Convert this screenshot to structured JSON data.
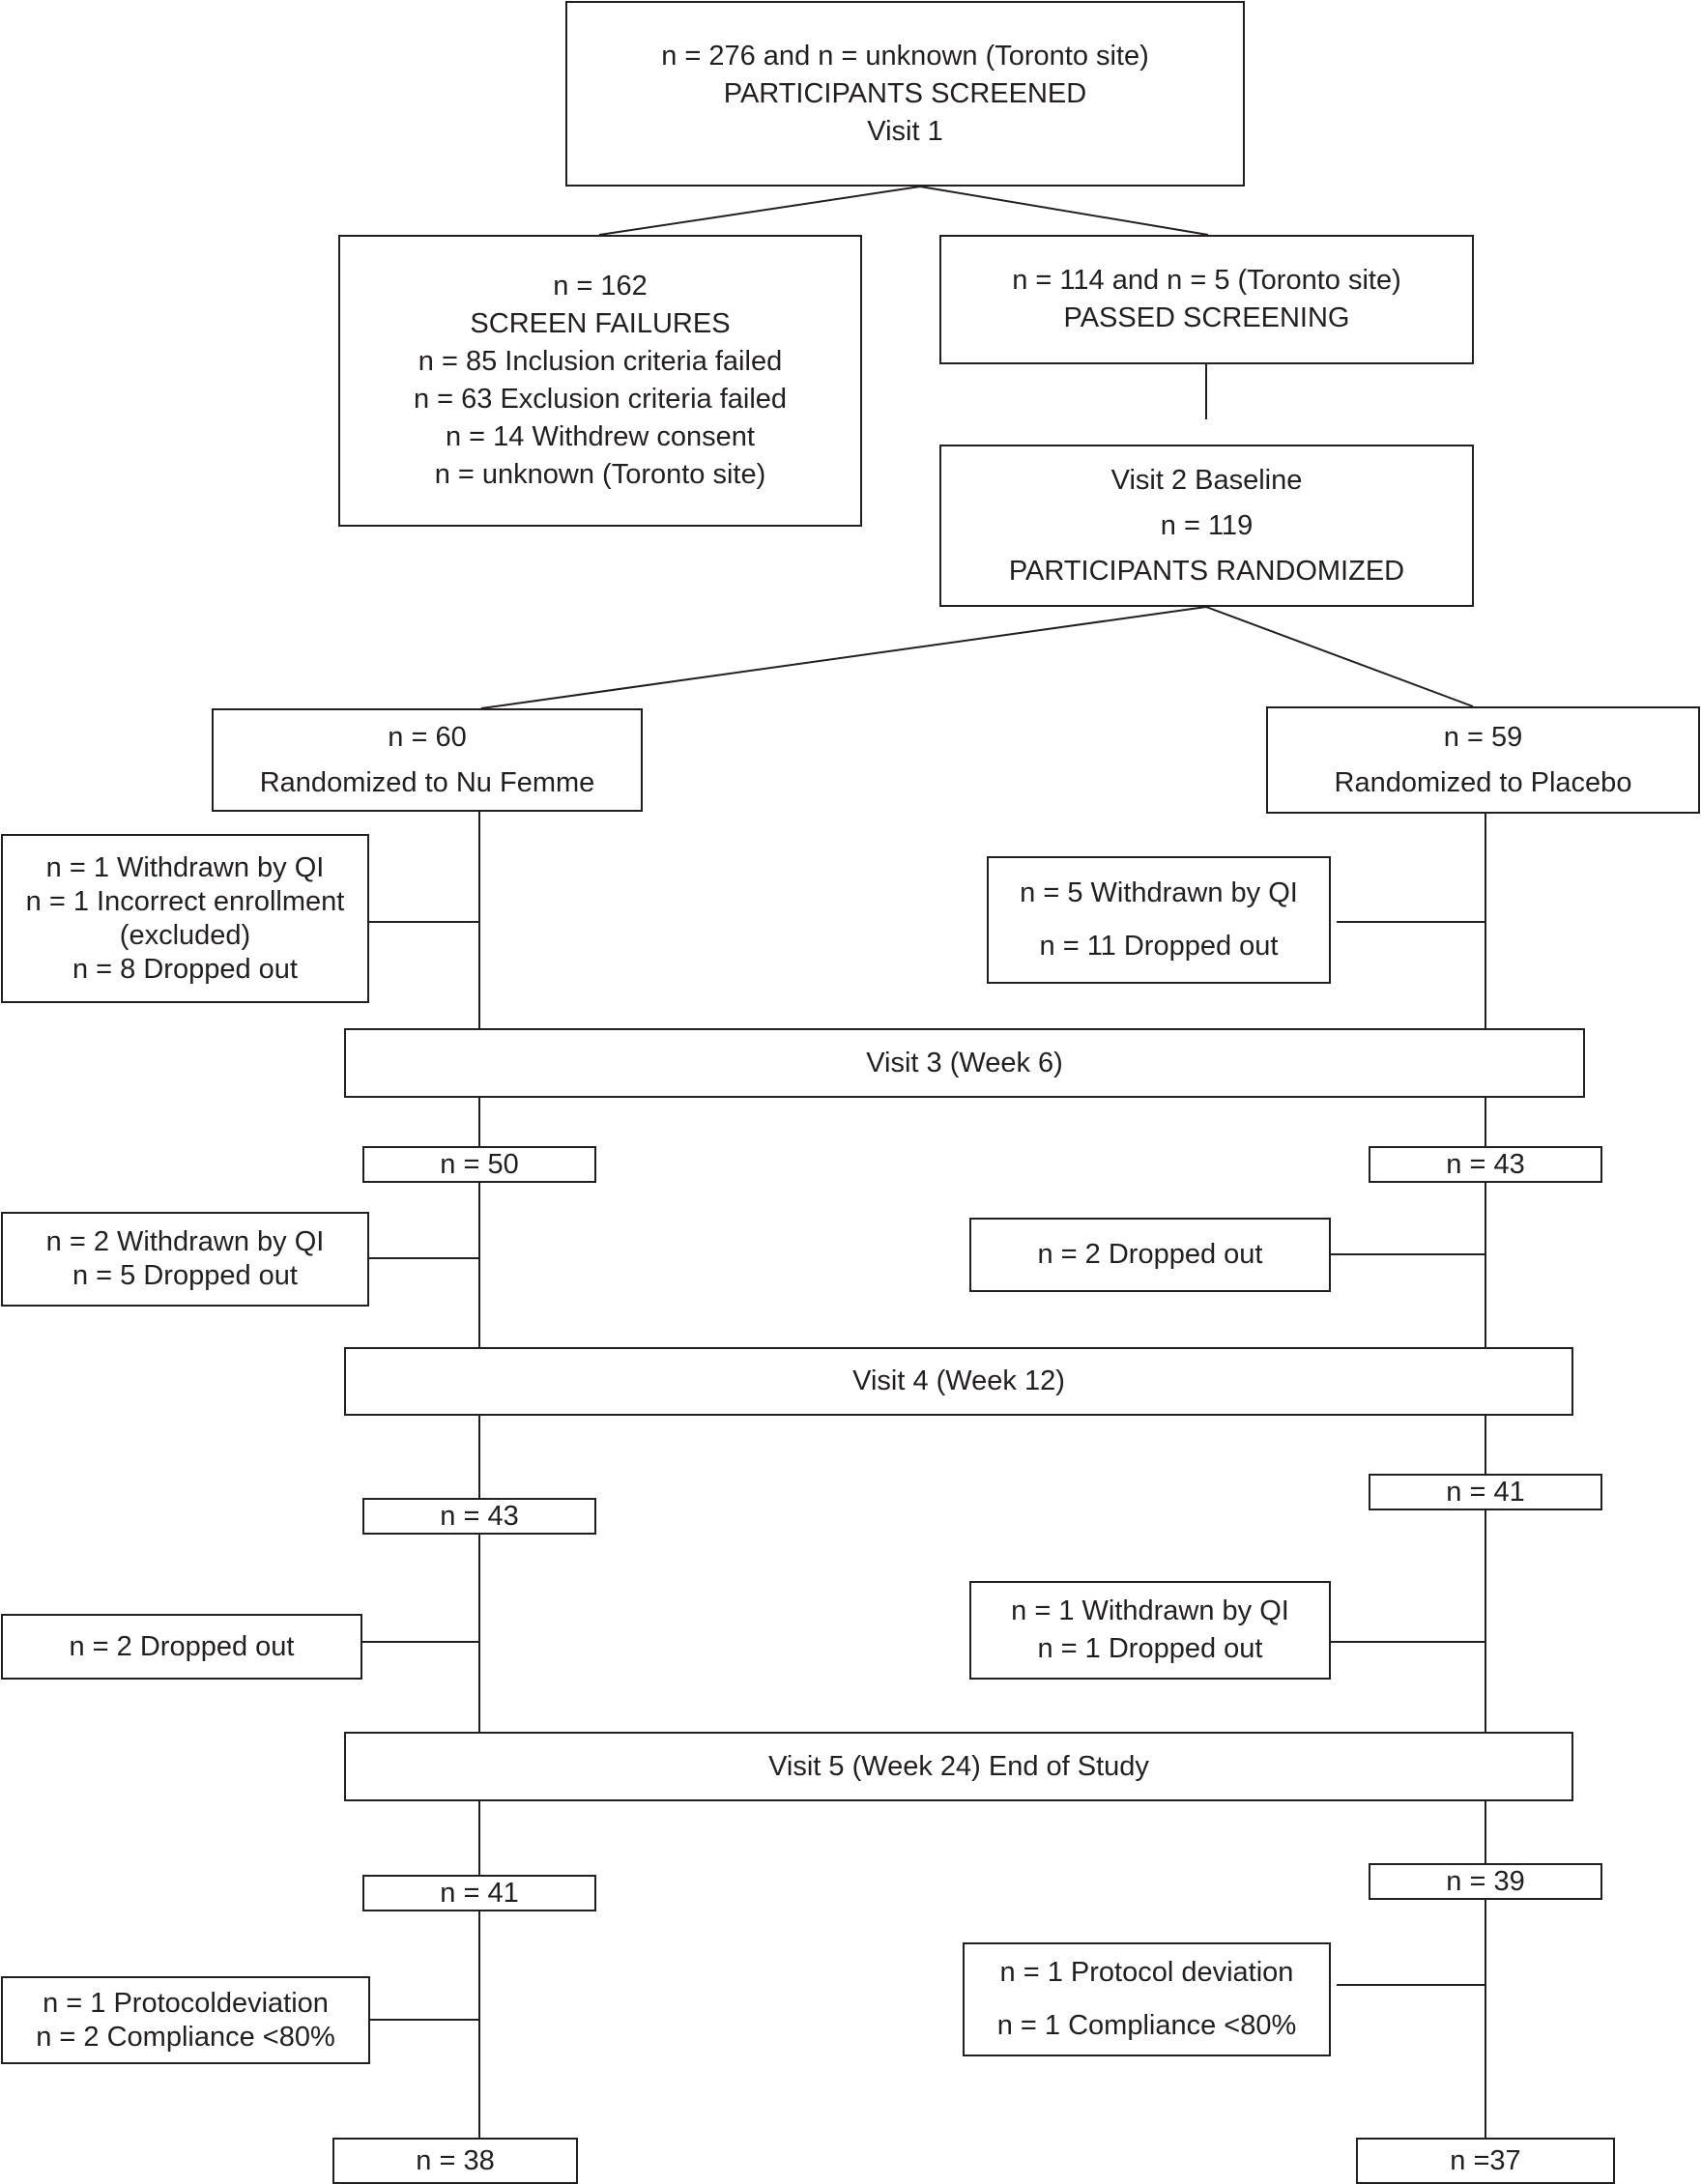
{
  "screened": {
    "lines": [
      "n = 276 and  n = unknown (Toronto site)",
      "PARTICIPANTS SCREENED",
      "Visit 1"
    ]
  },
  "screen_failures": {
    "lines": [
      "n = 162",
      "SCREEN FAILURES",
      "n = 85 Inclusion criteria failed",
      "n = 63 Exclusion criteria failed",
      "n = 14 Withdrew consent",
      "n = unknown (Toronto site)"
    ]
  },
  "passed": {
    "lines": [
      "n = 114 and n = 5 (Toronto site)",
      "PASSED SCREENING"
    ]
  },
  "randomized": {
    "lines": [
      "Visit 2 Baseline",
      "n = 119",
      "PARTICIPANTS RANDOMIZED"
    ]
  },
  "arm_nufemme": {
    "lines": [
      "n = 60",
      "Randomized to Nu Femme"
    ]
  },
  "arm_placebo": {
    "lines": [
      "n = 59",
      "Randomized to Placebo"
    ]
  },
  "exclusions": {
    "nf_1": [
      "n = 1 Withdrawn by QI",
      "n = 1 Incorrect enrollment",
      "(excluded)",
      "n = 8 Dropped out"
    ],
    "pl_1": [
      "n = 5 Withdrawn by QI",
      "n = 11 Dropped out"
    ],
    "nf_2": [
      "n = 2 Withdrawn by QI",
      "n = 5 Dropped out"
    ],
    "pl_2": [
      "n = 2 Dropped out"
    ],
    "nf_3": [
      "n = 2 Dropped out"
    ],
    "pl_3": [
      "n = 1 Withdrawn by QI",
      "n = 1 Dropped out"
    ],
    "nf_4": [
      "n = 1 Protocoldeviation",
      "n = 2 Compliance <80%"
    ],
    "pl_4": [
      "n = 1 Protocol deviation",
      "n = 1 Compliance <80%"
    ]
  },
  "visits": {
    "v3": "Visit 3 (Week 6)",
    "v4": "Visit 4 (Week 12)",
    "v5": "Visit 5 (Week 24) End of Study"
  },
  "counts": {
    "nf_w6": "n = 50",
    "pl_w6": "n = 43",
    "nf_w12": "n = 43",
    "pl_w12": "n = 41",
    "nf_w24": "n = 41",
    "pl_w24": "n = 39",
    "nf_final": "n = 38",
    "pl_final": "n =37"
  }
}
